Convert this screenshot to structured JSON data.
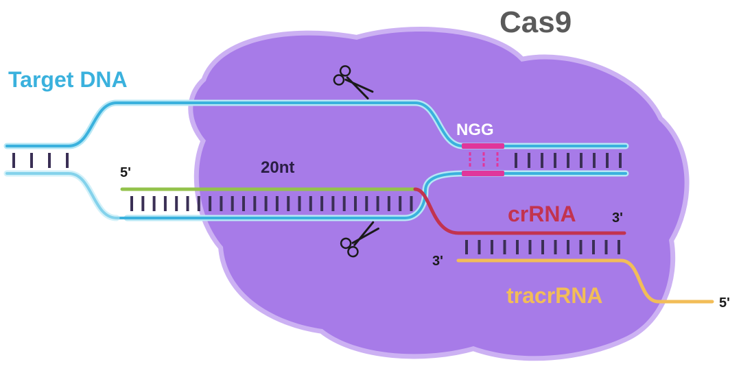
{
  "labels": {
    "protein": "Cas9",
    "target_dna": "Target DNA",
    "pam": "NGG",
    "length": "20nt",
    "crrna": "crRNA",
    "tracrrna": "tracrRNA",
    "crrna_5prime": "5'",
    "crrna_3prime": "3'",
    "tracr_3prime": "3'",
    "tracr_5prime": "5'"
  },
  "colors": {
    "cas9_fill": "#a77be8",
    "cas9_outline": "#c7a9f2",
    "dna_strand": "#3ab1dd",
    "dna_glow": "#b6e7f5",
    "pam": "#e0369b",
    "crrna_guide": "#93c24b",
    "crrna_stem": "#c2334f",
    "tracrrna": "#f2bd58",
    "base_pair": "#3a2f55",
    "cas9_label": "#5a5a5a",
    "target_label": "#3ab1dd",
    "crrna_label": "#c2334f",
    "tracr_label": "#f2bd58"
  },
  "icons": [
    "scissors-icon",
    "scissors-icon"
  ]
}
